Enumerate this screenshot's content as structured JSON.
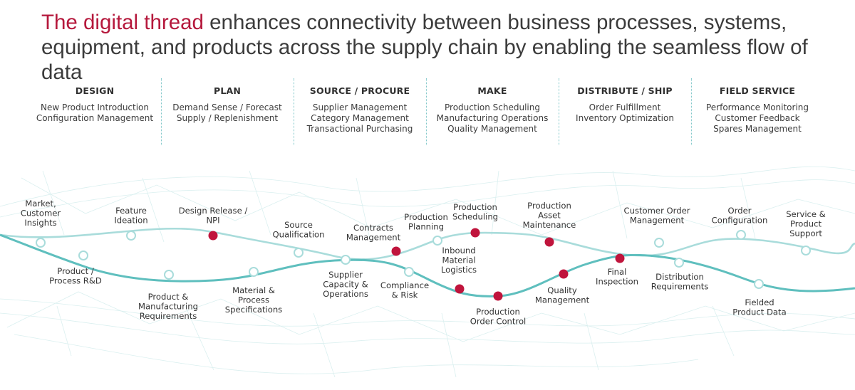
{
  "headline": {
    "accent": "The digital thread",
    "rest": " enhances connectivity between business processes, systems, equipment, and products across the supply chain by enabling the seamless flow of data"
  },
  "colors": {
    "accent": "#b5183c",
    "thread": "#5fbfbe",
    "thread_light": "#a9dcdb",
    "node_highlight": "#c0143c",
    "node_open_fill": "#ffffff"
  },
  "columns": [
    {
      "title": "DESIGN",
      "items": [
        "New Product Introduction",
        "Configuration Management"
      ]
    },
    {
      "title": "PLAN",
      "items": [
        "Demand Sense / Forecast",
        "Supply / Replenishment"
      ]
    },
    {
      "title": "SOURCE / PROCURE",
      "items": [
        "Supplier Management",
        "Category Management",
        "Transactional Purchasing"
      ]
    },
    {
      "title": "MAKE",
      "items": [
        "Production Scheduling",
        "Manufacturing Operations",
        "Quality Management"
      ]
    },
    {
      "title": "DISTRIBUTE / SHIP",
      "items": [
        "Order Fulfillment",
        "Inventory Optimization"
      ]
    },
    {
      "title": "FIELD SERVICE",
      "items": [
        "Performance Monitoring",
        "Customer Feedback",
        "Spares Management"
      ]
    }
  ],
  "nodes": [
    {
      "id": "market",
      "lines": [
        "Market,",
        "Customer",
        "Insights"
      ],
      "highlight": false
    },
    {
      "id": "product-rd",
      "lines": [
        "Product /",
        "Process R&D"
      ],
      "highlight": false
    },
    {
      "id": "feature",
      "lines": [
        "Feature",
        "Ideation"
      ],
      "highlight": false
    },
    {
      "id": "mfg-req",
      "lines": [
        "Product &",
        "Manufacturing",
        "Requirements"
      ],
      "highlight": false
    },
    {
      "id": "design-release",
      "lines": [
        "Design Release /",
        "NPI"
      ],
      "highlight": true
    },
    {
      "id": "material-spec",
      "lines": [
        "Material &",
        "Process",
        "Specifications"
      ],
      "highlight": false
    },
    {
      "id": "source-qual",
      "lines": [
        "Source",
        "Qualification"
      ],
      "highlight": false
    },
    {
      "id": "supplier-cap",
      "lines": [
        "Supplier",
        "Capacity &",
        "Operations"
      ],
      "highlight": false
    },
    {
      "id": "contracts",
      "lines": [
        "Contracts",
        "Management"
      ],
      "highlight": true
    },
    {
      "id": "compliance",
      "lines": [
        "Compliance",
        "& Risk"
      ],
      "highlight": false
    },
    {
      "id": "prod-planning",
      "lines": [
        "Production",
        "Planning"
      ],
      "highlight": false
    },
    {
      "id": "inbound",
      "lines": [
        "Inbound",
        "Material",
        "Logistics"
      ],
      "highlight": true
    },
    {
      "id": "prod-scheduling",
      "lines": [
        "Production",
        "Scheduling"
      ],
      "highlight": true
    },
    {
      "id": "order-control",
      "lines": [
        "Production",
        "Order Control"
      ],
      "highlight": true
    },
    {
      "id": "asset-maint",
      "lines": [
        "Production",
        "Asset",
        "Maintenance"
      ],
      "highlight": true
    },
    {
      "id": "quality",
      "lines": [
        "Quality",
        "Management"
      ],
      "highlight": true
    },
    {
      "id": "final-inspection",
      "lines": [
        "Final",
        "Inspection"
      ],
      "highlight": true
    },
    {
      "id": "customer-order",
      "lines": [
        "Customer Order",
        "Management"
      ],
      "highlight": false
    },
    {
      "id": "distribution-req",
      "lines": [
        "Distribution",
        "Requirements"
      ],
      "highlight": false
    },
    {
      "id": "order-config",
      "lines": [
        "Order",
        "Configuration"
      ],
      "highlight": false
    },
    {
      "id": "fielded",
      "lines": [
        "Fielded",
        "Product Data"
      ],
      "highlight": false
    },
    {
      "id": "service",
      "lines": [
        "Service &",
        "Product",
        "Support"
      ],
      "highlight": false
    }
  ]
}
